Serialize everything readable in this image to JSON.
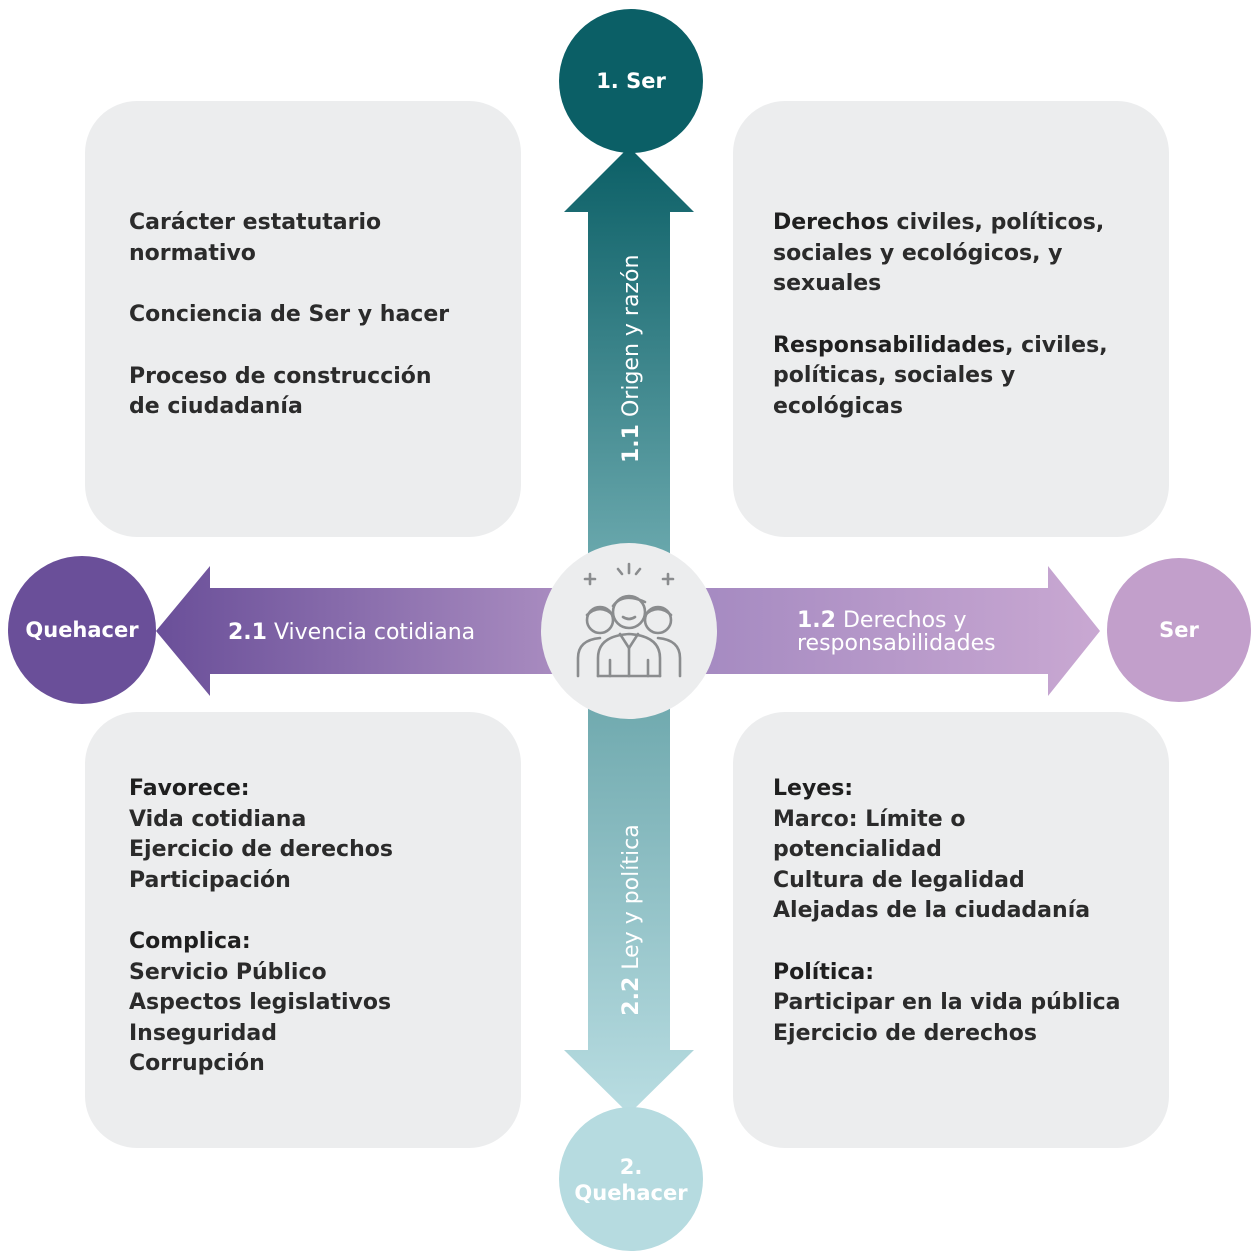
{
  "center_node": {
    "icon": "people-group-icon",
    "color": "#ecedee"
  },
  "nodes": {
    "top": {
      "label": "1. Ser",
      "color": "#0b5f66"
    },
    "left": {
      "label": "Quehacer",
      "color": "#6a4f99"
    },
    "right": {
      "label": "Ser",
      "color": "#c29fcb"
    },
    "bottom": {
      "line1": "2.",
      "line2": "Quehacer",
      "color": "#b6dbe0"
    }
  },
  "arrows": {
    "up": {
      "number": "1.1",
      "text": "Origen y razón"
    },
    "right": {
      "number": "1.2",
      "text": "Derechos y",
      "text2": "responsabilidades"
    },
    "left": {
      "number": "2.1",
      "text": "Vivencia cotidiana"
    },
    "down": {
      "number": "2.2",
      "text": "Ley y política"
    }
  },
  "cards": {
    "top_left": {
      "items": [
        [
          "Carácter estatutario",
          "normativo"
        ],
        [
          "Conciencia de Ser y hacer"
        ],
        [
          "Proceso de construcción",
          "de ciudadanía"
        ]
      ]
    },
    "top_right": {
      "p1_strong": "Derechos",
      "p1_line1_rest": " civiles, políticos,",
      "p1_line2": "sociales y ecológicos, y",
      "p1_line3": "sexuales",
      "p2_strong": "Responsabilidades",
      "p2_line1_rest": ", civiles,",
      "p2_line2": "políticas, sociales y",
      "p2_line3": "ecológicas"
    },
    "bottom_left": {
      "heading1": "Favorece:",
      "list1": [
        "Vida cotidiana",
        "Ejercicio de derechos",
        "Participación"
      ],
      "heading2": "Complica:",
      "list2": [
        "Servicio Público",
        "Aspectos legislativos",
        "Inseguridad",
        "Corrupción"
      ]
    },
    "bottom_right": {
      "heading1": "Leyes:",
      "list1": [
        "Marco: Límite o",
        "potencialidad",
        "Cultura de legalidad",
        "Alejadas de la ciudadanía"
      ],
      "heading2": "Política:",
      "list2": [
        "Participar en la vida pública",
        "Ejercicio de derechos"
      ]
    }
  }
}
